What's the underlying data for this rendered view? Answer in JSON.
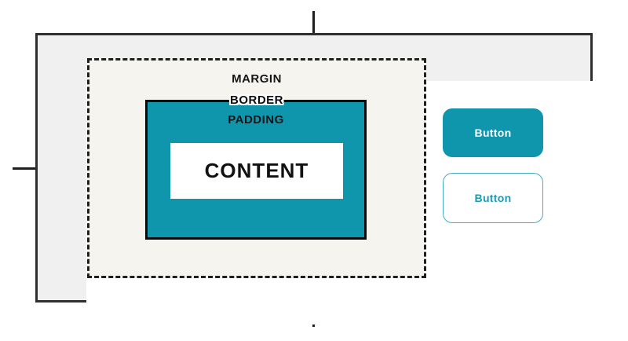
{
  "diagram": {
    "margin_label": "MARGIN",
    "border_label": "BORDER",
    "padding_label": "PADDING",
    "content_label": "CONTENT"
  },
  "buttons": {
    "primary_label": "Button",
    "secondary_label": "Button"
  },
  "colors": {
    "teal": "#0f96ac",
    "margin_bg": "#f5f4ee",
    "frame_bg": "#f0f0f0",
    "frame_border": "#2f2f2f",
    "line_dark": "#1f1f1f",
    "content_bg": "#ffffff",
    "outline_button_border": "#45adc0",
    "outline_button_text": "#1a9ab1"
  }
}
